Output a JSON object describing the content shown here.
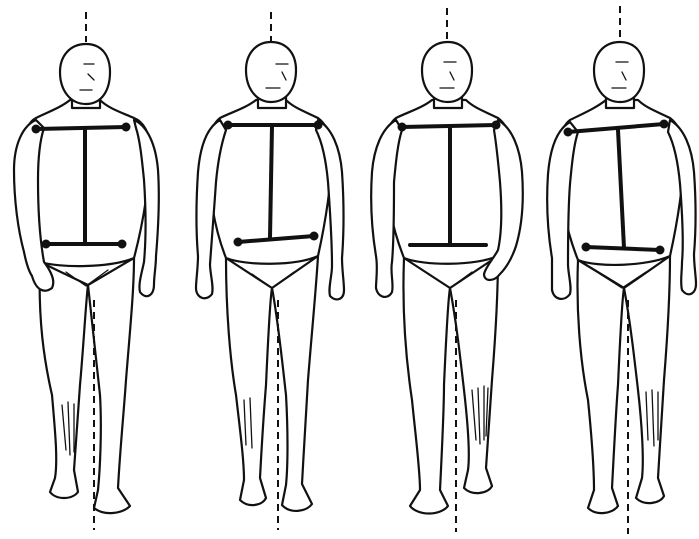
{
  "figure": {
    "figures": [
      {
        "id": "figure-1",
        "phase": "1"
      },
      {
        "id": "figure-2",
        "phase": "2"
      },
      {
        "id": "figure-3",
        "phase": "3"
      },
      {
        "id": "figure-4",
        "phase": "4"
      }
    ],
    "line_color": "#111111",
    "background_color": "#ffffff"
  }
}
